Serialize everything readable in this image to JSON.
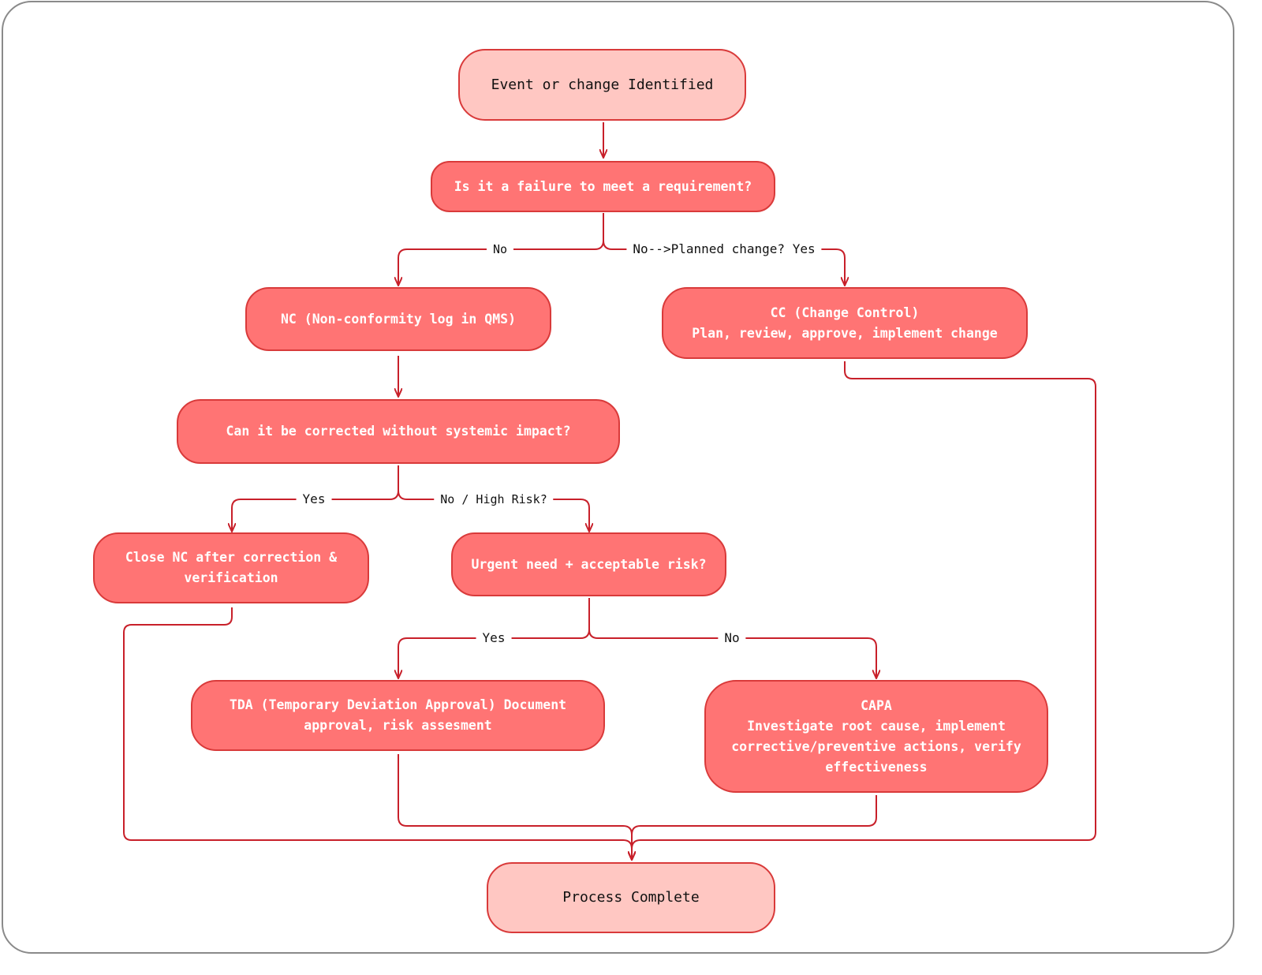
{
  "diagram": {
    "nodes": {
      "event": "Event or change Identified",
      "failure_question": "Is it a failure to meet a requirement?",
      "nc": "NC (Non-conformity log in QMS)",
      "cc": "CC (Change Control)\nPlan, review, approve, implement change",
      "correct_question": "Can it be corrected without systemic impact?",
      "close_nc": "Close NC after correction &\nverification",
      "urgent_question": "Urgent need + acceptable risk?",
      "tda": "TDA (Temporary Deviation Approval) Document\napproval, risk assesment",
      "capa": "CAPA\nInvestigate root cause, implement\ncorrective/preventive actions, verify\neffectiveness",
      "complete": "Process Complete"
    },
    "edge_labels": {
      "to_nc": "No",
      "to_cc": "No-->Planned change? Yes",
      "to_close": "Yes",
      "to_urgent": "No / High Risk?",
      "to_tda": "Yes",
      "to_capa": "No"
    },
    "colors": {
      "light_fill": "#ffc7c2",
      "dark_fill": "#ff7474",
      "border": "#d93a3a",
      "connector": "#c8202a"
    }
  }
}
